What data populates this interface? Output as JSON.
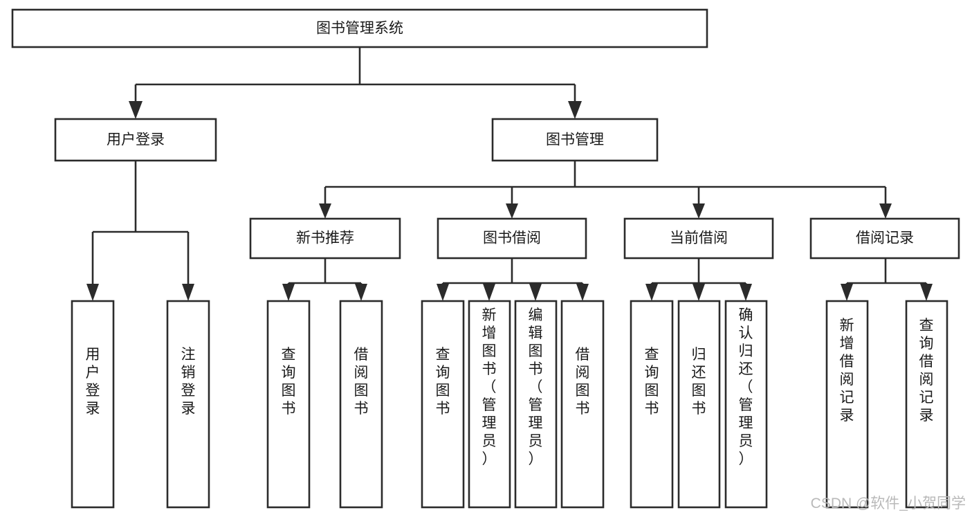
{
  "diagram": {
    "title": "图书管理系统",
    "type": "tree-hierarchy-chart",
    "root": {
      "id": "root",
      "label": "图书管理系统",
      "orientation": "horizontal"
    },
    "level2": [
      {
        "id": "user-login",
        "label": "用户登录",
        "orientation": "horizontal"
      },
      {
        "id": "book-manage",
        "label": "图书管理",
        "orientation": "horizontal"
      }
    ],
    "level3": [
      {
        "id": "new-book-recommend",
        "label": "新书推荐",
        "orientation": "horizontal",
        "parent": "book-manage"
      },
      {
        "id": "book-borrow",
        "label": "图书借阅",
        "orientation": "horizontal",
        "parent": "book-manage"
      },
      {
        "id": "current-borrow",
        "label": "当前借阅",
        "orientation": "horizontal",
        "parent": "book-manage"
      },
      {
        "id": "borrow-record",
        "label": "借阅记录",
        "orientation": "horizontal",
        "parent": "book-manage"
      }
    ],
    "leaves": {
      "user-login": [
        {
          "id": "leaf-user-login",
          "label": "用户登录",
          "orientation": "vertical"
        },
        {
          "id": "leaf-user-logout",
          "label": "注销登录",
          "orientation": "vertical"
        }
      ],
      "new-book-recommend": [
        {
          "id": "leaf-query-book-1",
          "label": "查询图书",
          "orientation": "vertical"
        },
        {
          "id": "leaf-borrow-book-1",
          "label": "借阅图书",
          "orientation": "vertical"
        }
      ],
      "book-borrow": [
        {
          "id": "leaf-query-book-2",
          "label": "查询图书",
          "orientation": "vertical"
        },
        {
          "id": "leaf-add-book",
          "label": "新增图书（管理员）",
          "orientation": "vertical"
        },
        {
          "id": "leaf-edit-book",
          "label": "编辑图书（管理员）",
          "orientation": "vertical"
        },
        {
          "id": "leaf-borrow-book-2",
          "label": "借阅图书",
          "orientation": "vertical"
        }
      ],
      "current-borrow": [
        {
          "id": "leaf-query-book-3",
          "label": "查询图书",
          "orientation": "vertical"
        },
        {
          "id": "leaf-return-book",
          "label": "归还图书",
          "orientation": "vertical"
        },
        {
          "id": "leaf-confirm-return",
          "label": "确认归还（管理员）",
          "orientation": "vertical"
        }
      ],
      "borrow-record": [
        {
          "id": "leaf-add-record",
          "label": "新增借阅记录",
          "orientation": "vertical"
        },
        {
          "id": "leaf-query-record",
          "label": "查询借阅记录",
          "orientation": "vertical"
        }
      ]
    }
  },
  "watermark": {
    "text": "CSDN @软件_小贺同学"
  },
  "colors": {
    "background": "#ffffff",
    "box_fill": "#ffffff",
    "box_stroke": "#2b2b2b",
    "connector": "#2b2b2b",
    "text": "#1a1a1a",
    "watermark": "#b9b9b9"
  }
}
